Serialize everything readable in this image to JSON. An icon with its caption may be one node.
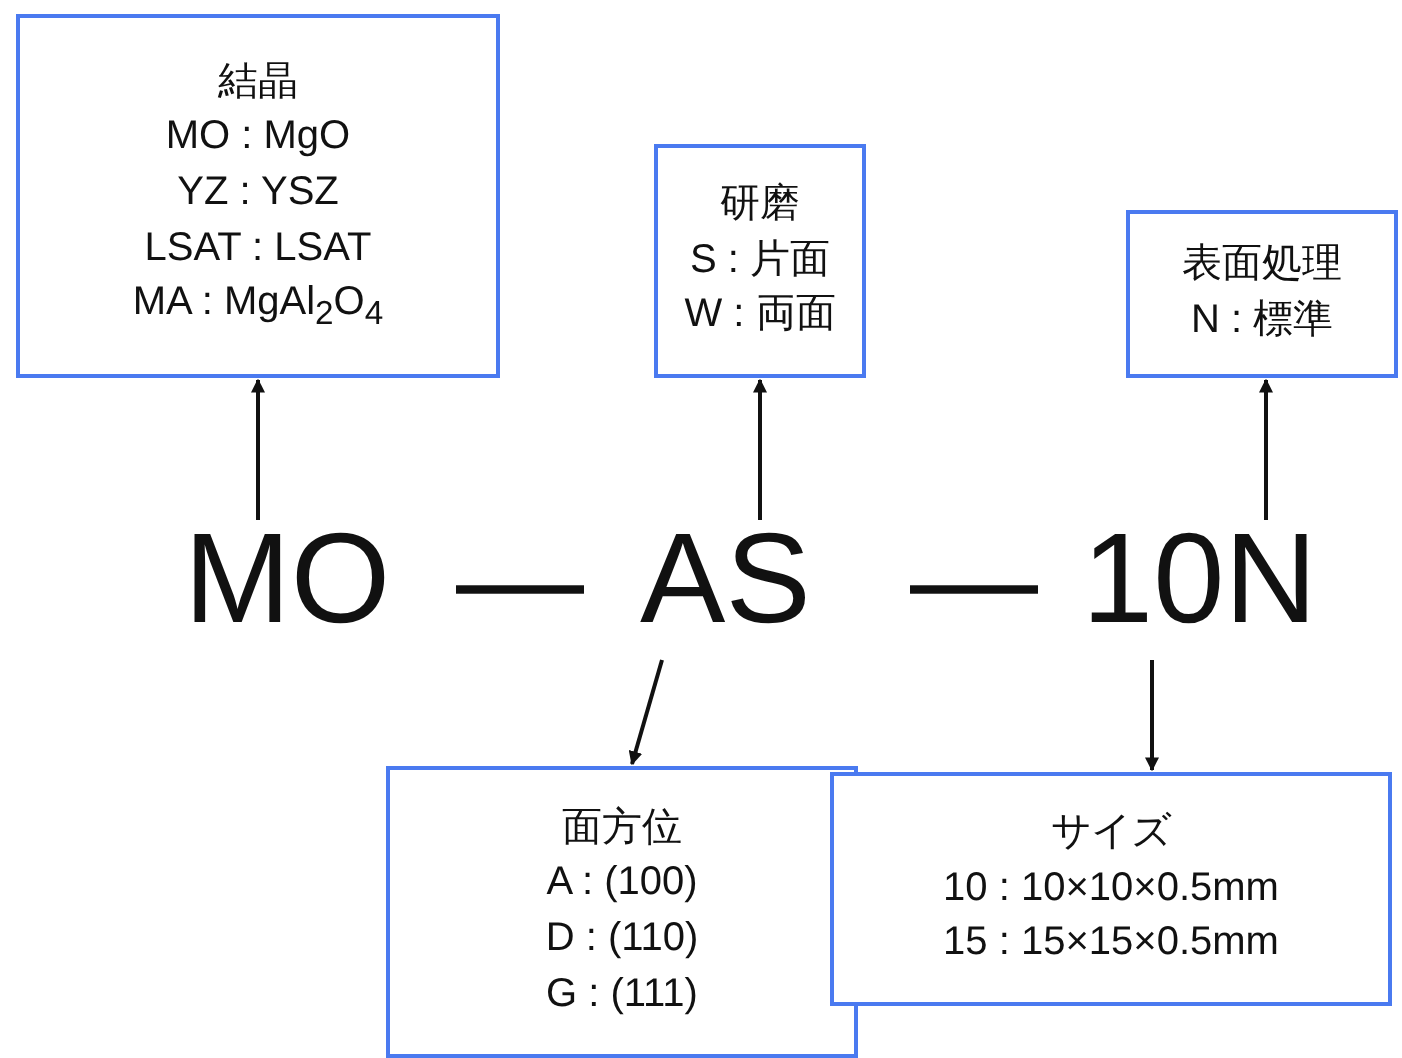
{
  "diagram": {
    "nodes": [
      {
        "text": [
          "結晶",
          "MO : MgO",
          "YZ : YSZ",
          "LSAT : LSAT",
          "MA : MgAl$_{2}$O$_{4}$"
        ]
      },
      {
        "text": [
          "研磨",
          "S : 片面",
          "W : 両面"
        ]
      },
      {
        "text": [
          "表面処理",
          "N : 標準"
        ]
      },
      {
        "text": [
          "MO"
        ]
      },
      {
        "text": [
          "AS"
        ]
      },
      {
        "text": [
          "10N"
        ]
      },
      {
        "text": [
          "面方位",
          "A : (100)",
          "D : (110)",
          "G : (111)"
        ]
      },
      {
        "text": [
          "サイズ",
          "10 : 10×10×0.5mm",
          "15 : 15×15×0.5mm"
        ]
      }
    ],
    "edges": [
      {
        "from": 3,
        "to": 0,
        "arrow": "to"
      },
      {
        "from": 4,
        "to": 1,
        "arrow": "to"
      },
      {
        "from": 5,
        "to": 2,
        "arrow": "to"
      },
      {
        "from": 4,
        "to": 6,
        "arrow": "to"
      },
      {
        "from": 5,
        "to": 7,
        "arrow": "to"
      }
    ],
    "labels": [
      "—",
      "—"
    ]
  }
}
